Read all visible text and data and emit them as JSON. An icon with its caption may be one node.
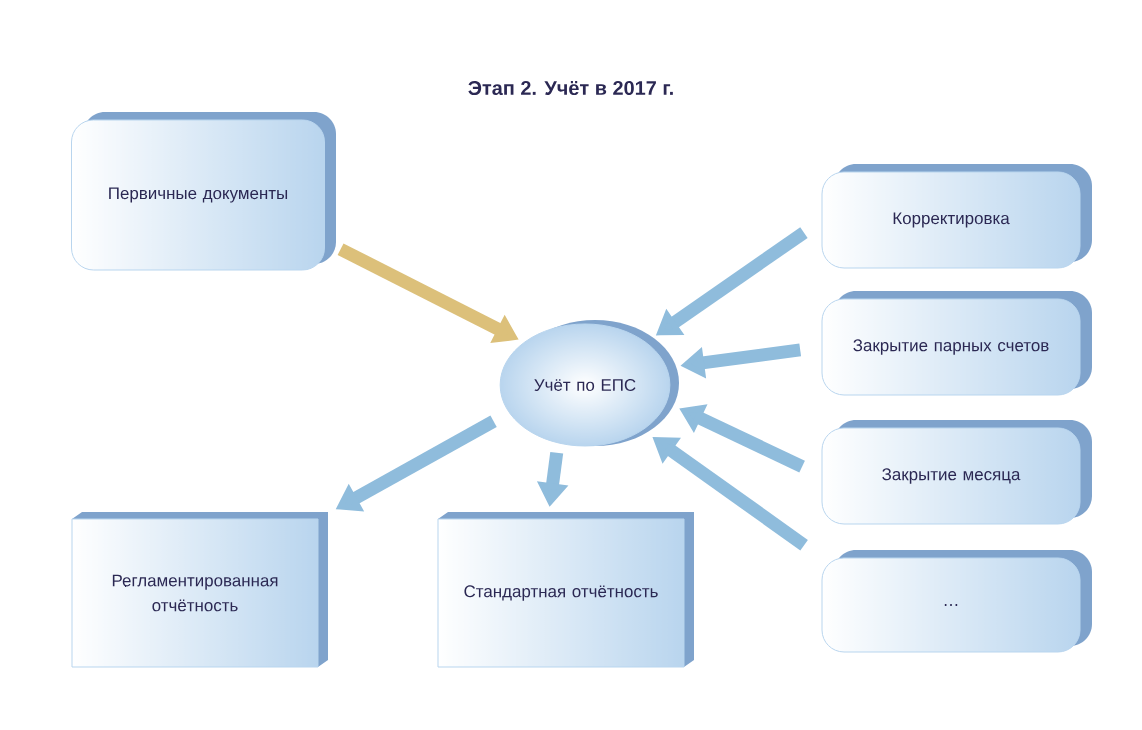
{
  "diagram": {
    "title": "Этап 2. Учёт в 2017 г.",
    "nodes": [
      {
        "text": [
          "Первичные документы"
        ]
      },
      {
        "text": [
          "Учёт по ЕПС"
        ]
      },
      {
        "text": [
          "Корректировка"
        ]
      },
      {
        "text": [
          "Закрытие парных счетов"
        ]
      },
      {
        "text": [
          "Закрытие месяца"
        ]
      },
      {
        "text": [
          "…"
        ]
      },
      {
        "text": [
          "Регламентированная отчётность"
        ]
      },
      {
        "text": [
          "Стандартная отчётность"
        ]
      }
    ],
    "edges": [
      {
        "from": 0,
        "to": 1,
        "arrow": "to",
        "color": "#dcc07a"
      },
      {
        "from": 2,
        "to": 1,
        "arrow": "to"
      },
      {
        "from": 3,
        "to": 1,
        "arrow": "to"
      },
      {
        "from": 4,
        "to": 1,
        "arrow": "to"
      },
      {
        "from": 5,
        "to": 1,
        "arrow": "to"
      },
      {
        "from": 1,
        "to": 6,
        "arrow": "to"
      },
      {
        "from": 1,
        "to": 7,
        "arrow": "to"
      }
    ]
  }
}
